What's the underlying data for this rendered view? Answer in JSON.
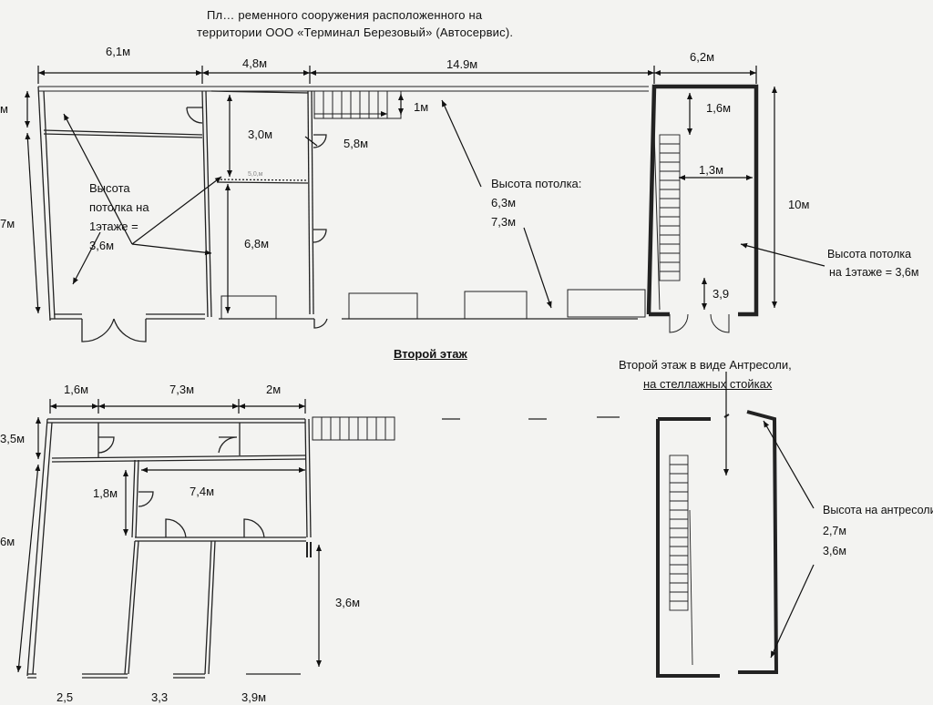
{
  "title": {
    "line1": "Пл… ременного сооружения  расположенного на",
    "line2": "территории ООО «Терминал Березовый»  (Автосервис)."
  },
  "first_floor": {
    "dim_top_1": "6,1м",
    "dim_top_2": "4,8м",
    "dim_top_3": "14.9м",
    "dim_top_4": "6,2м",
    "dim_left_top": "м",
    "dim_left_main": "7м",
    "dim_1m": "1м",
    "dim_3_0": "3,0м",
    "dim_5_8": "5,8м",
    "dim_6_8": "6,8м",
    "dim_1_6": "1,6м",
    "dim_1_3": "1,3м",
    "dim_10": "10м",
    "dim_3_9": "3,9",
    "ceiling_left": "Высота\nпотолка на\n1этаже =\n3,6м",
    "ceiling_center_title": "Высота потолка:",
    "ceiling_center_v1": "6,3м",
    "ceiling_center_v2": "7,3м",
    "ceiling_right_l1": "Высота потолка",
    "ceiling_right_l2": "на 1этаже = 3,6м",
    "tiny_mark": "5,0,м"
  },
  "second_floor": {
    "heading": "Второй этаж",
    "mezz_l1": "Второй этаж в виде Антресоли,",
    "mezz_l2": "на стеллажных стойках",
    "dim_1_6": "1,6м",
    "dim_7_3": "7,3м",
    "dim_2": "2м",
    "dim_3_5": "3,5м",
    "dim_1_8": "1,8м",
    "dim_7_4": "7,4м",
    "dim_left": "6м",
    "dim_3_6": "3,6м",
    "mezz_height_title": "Высота на антресоли",
    "mezz_height_v1": "2,7м",
    "mezz_height_v2": "3,6м",
    "bottom_1": "2,5",
    "bottom_2": "3,3",
    "bottom_3": "3,9м"
  }
}
